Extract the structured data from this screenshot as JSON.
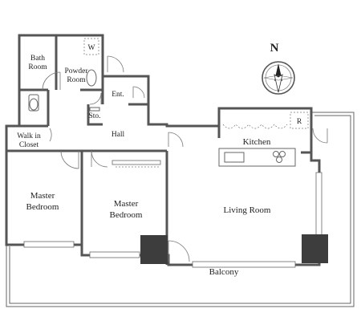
{
  "rooms": {
    "bath": [
      "Bath",
      "Room"
    ],
    "powder": [
      "Powder",
      "Room"
    ],
    "entrance": "Ent.",
    "storage": "Sto.",
    "hall": "Hall",
    "walk_in_closet": [
      "Walk in",
      "Closet"
    ],
    "kitchen": "Kitchen",
    "master_bedroom_1": [
      "Master",
      "Bedroom"
    ],
    "master_bedroom_2": [
      "Master",
      "Bedroom"
    ],
    "living_room": "Living Room",
    "balcony": "Balcony"
  },
  "fixtures": {
    "washer": "W",
    "refrigerator": "R"
  },
  "compass": {
    "north_label": "N"
  }
}
